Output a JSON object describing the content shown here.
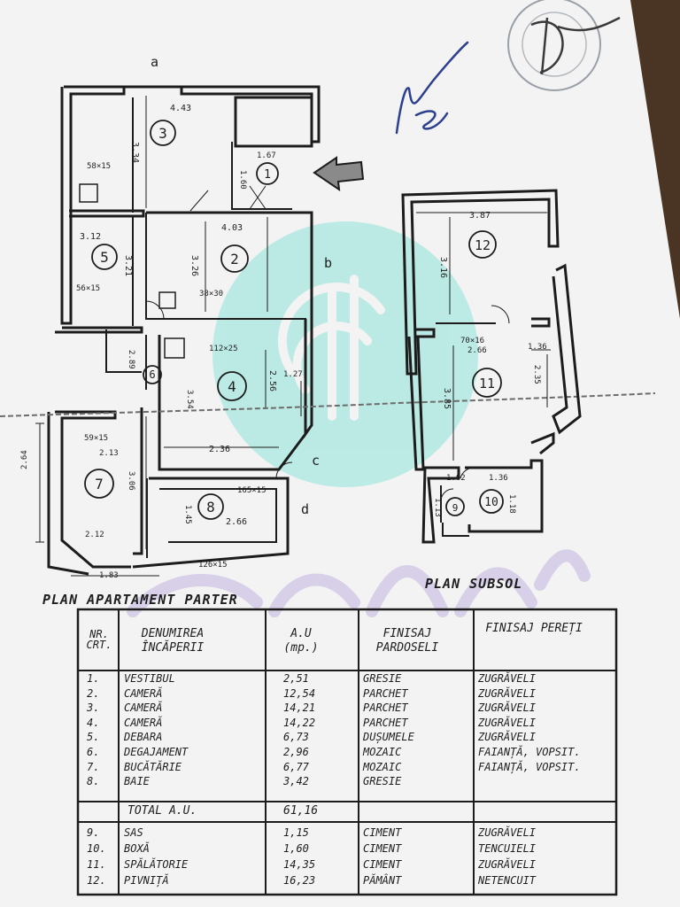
{
  "plans": {
    "ground_title": "PLAN APARTAMENT PARTER",
    "basement_title": "PLAN SUBSOL"
  },
  "ground_floor": {
    "room_numbers": [
      "1",
      "2",
      "3",
      "4",
      "5",
      "6",
      "7",
      "8"
    ],
    "labels": {
      "axis_a": "a",
      "axis_b": "b",
      "axis_c": "c",
      "axis_d": "d",
      "room3_width": "4.43",
      "room3_height": "3.34",
      "window_58x15": "58×15",
      "room1_width": "1.67",
      "room1_height": "1.60",
      "room2_width": "4.03",
      "room5_width": "3.12",
      "room5_height": "3.21",
      "window_56x15": "56×15",
      "room2_height": "3.26",
      "chimney_38x30": "38×30",
      "window_112x25": "112×25",
      "room6_height": "2.89",
      "room4_height": "2.56",
      "room4_side": "1.27",
      "room4_depth": "3.54",
      "room4_bottom": "2.36",
      "window_59x15": "59×15",
      "room7_width": "2.13",
      "room7_height": "3.06",
      "room7_outer": "2.64",
      "room8_height": "1.45",
      "room8_width": "2.66",
      "window_165x15": "165×15",
      "room7_bottom": "2.12",
      "dim_183": "1.83",
      "window_126x15": "126×15"
    }
  },
  "basement": {
    "room_numbers": [
      "12",
      "11",
      "10",
      "9"
    ],
    "labels": {
      "room12_width": "3.87",
      "room12_height": "3.16",
      "window_70x16": "70×16",
      "room11_width": "2.66",
      "room11_right": "1.36",
      "room11_height": "3.85",
      "room11_side": "2.35",
      "room9_width": "1.02",
      "room10_width": "1.36",
      "room9_height": "1.13",
      "room10_height": "1.18"
    }
  },
  "table": {
    "headers": {
      "nr": "NR. CRT.",
      "name": "DENUMIREA ÎNCĂPERII",
      "area": "A.U (mp.)",
      "floor": "FINISAJ PARDOSELI",
      "walls": "FINISAJ PEREȚI"
    },
    "rows": [
      {
        "nr": "1.",
        "name": "VESTIBUL",
        "area": "2,51",
        "floor": "GRESIE",
        "walls": "ZUGRĂVELI"
      },
      {
        "nr": "2.",
        "name": "CAMERĂ",
        "area": "12,54",
        "floor": "PARCHET",
        "walls": "ZUGRĂVELI"
      },
      {
        "nr": "3.",
        "name": "CAMERĂ",
        "area": "14,21",
        "floor": "PARCHET",
        "walls": "ZUGRĂVELI"
      },
      {
        "nr": "4.",
        "name": "CAMERĂ",
        "area": "14,22",
        "floor": "PARCHET",
        "walls": "ZUGRĂVELI"
      },
      {
        "nr": "5.",
        "name": "DEBARA",
        "area": "6,73",
        "floor": "DUȘUMELE",
        "walls": "ZUGRĂVELI"
      },
      {
        "nr": "6.",
        "name": "DEGAJAMENT",
        "area": "2,96",
        "floor": "MOZAIC",
        "walls": "FAIANȚĂ, VOPSIT."
      },
      {
        "nr": "7.",
        "name": "BUCĂTĂRIE",
        "area": "6,77",
        "floor": "MOZAIC",
        "walls": "FAIANȚĂ, VOPSIT."
      },
      {
        "nr": "8.",
        "name": "BAIE",
        "area": "3,42",
        "floor": "GRESIE",
        "walls": ""
      }
    ],
    "total": {
      "label": "TOTAL A.U.",
      "value": "61,16"
    },
    "rows_annex": [
      {
        "nr": "9.",
        "name": "SAS",
        "area": "1,15",
        "floor": "CIMENT",
        "walls": "ZUGRĂVELI"
      },
      {
        "nr": "10.",
        "name": "BOXĂ",
        "area": "1,60",
        "floor": "CIMENT",
        "walls": "TENCUIELI"
      },
      {
        "nr": "11.",
        "name": "SPĂLĂTORIE",
        "area": "14,35",
        "floor": "CIMENT",
        "walls": "ZUGRĂVELI"
      },
      {
        "nr": "12.",
        "name": "PIVNIȚĂ",
        "area": "16,23",
        "floor": "PĂMÂNT",
        "walls": "NETENCUIT"
      }
    ]
  },
  "colors": {
    "paper": "#f2f3f2",
    "ink": "#1c1c1c",
    "signature_blue": "#2d3f8f",
    "watermark_teal": "#8fe3da",
    "watermark_purple": "#b9a7dc",
    "background_wood": "#4a3424"
  }
}
